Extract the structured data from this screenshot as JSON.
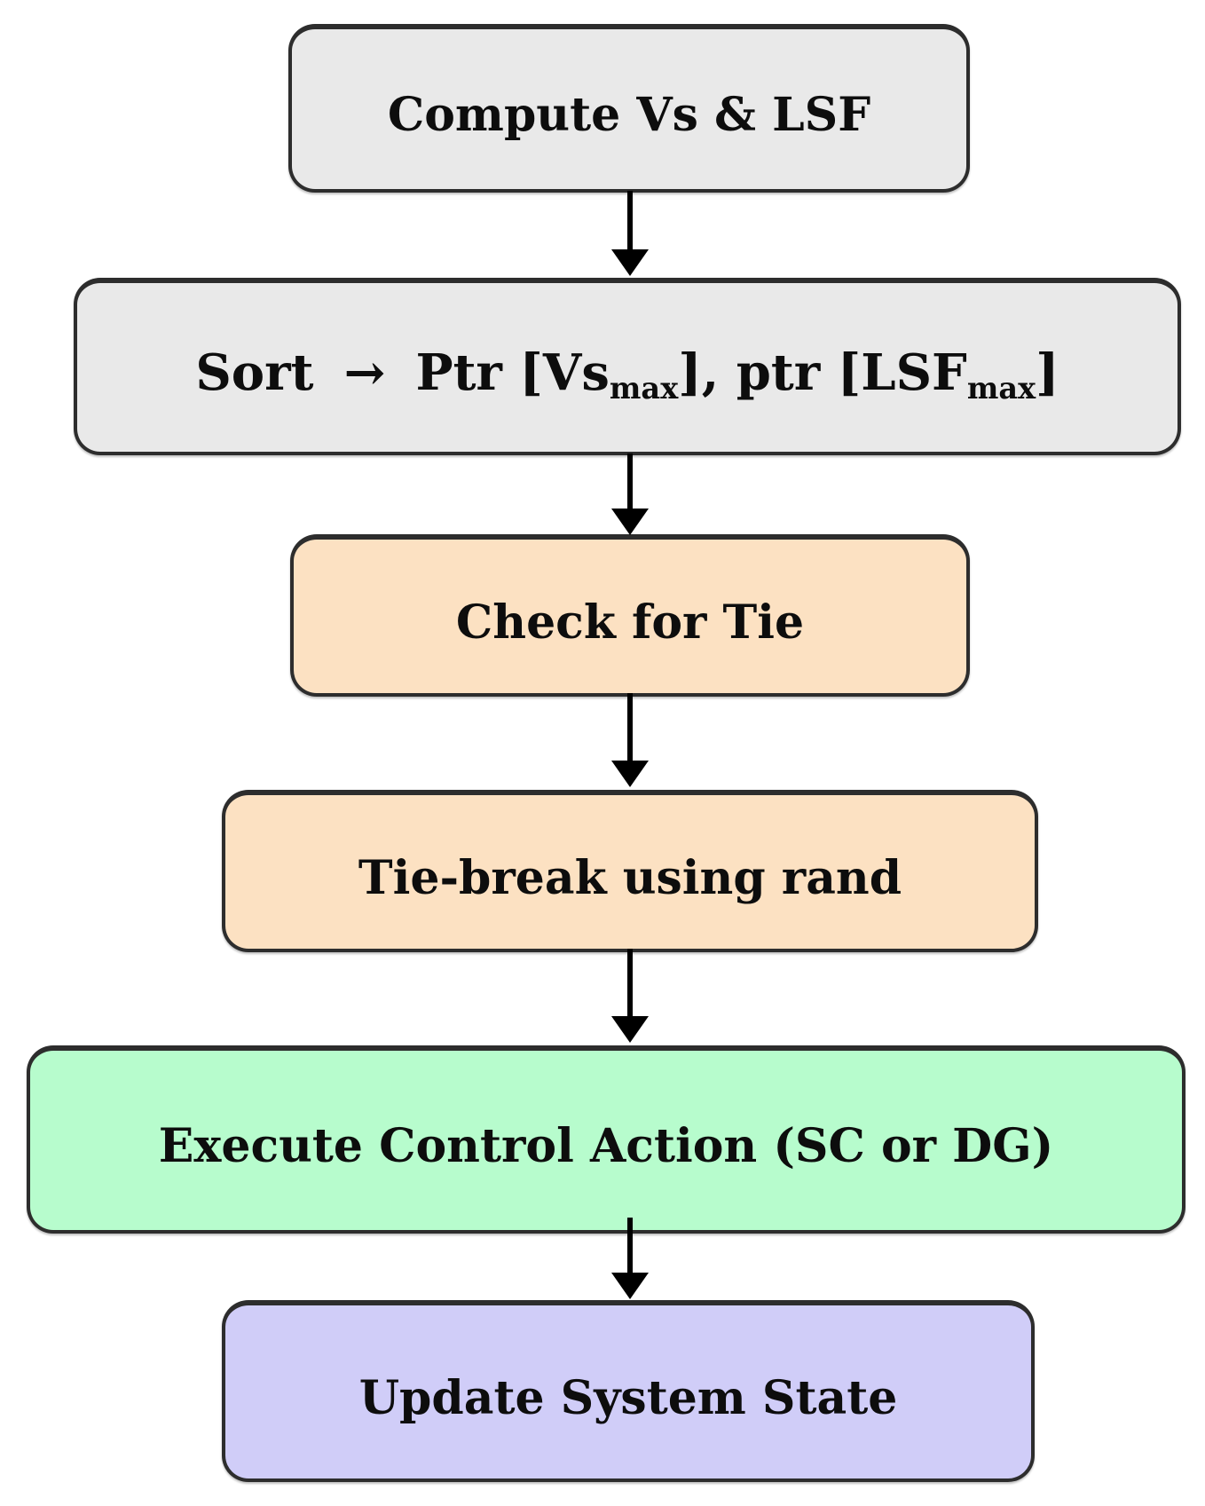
{
  "diagram": {
    "type": "flowchart",
    "background": "#ffffff",
    "border_color": "#2d2d2d",
    "arrow_color": "#000000",
    "nodes": {
      "compute": {
        "label": "Compute Vs & LSF",
        "fill": "#e9e9e9"
      },
      "sort": {
        "fill": "#e9e9e9",
        "parts": {
          "word": "Sort",
          "arrow": "→",
          "ptr_open": "Ptr [Vs",
          "sub1": "max",
          "between": "], ptr [LSF",
          "sub2": "max",
          "close": "]"
        }
      },
      "check_tie": {
        "label": "Check for Tie",
        "fill": "#fce1c2"
      },
      "tie_break": {
        "label": "Tie-break using rand",
        "fill": "#fce1c2"
      },
      "execute": {
        "label": "Execute Control Action (SC or DG)",
        "fill": "#b7fccd"
      },
      "update": {
        "label": "Update System State",
        "fill": "#d0cdf8"
      }
    },
    "edges": [
      {
        "from": "compute",
        "to": "sort"
      },
      {
        "from": "sort",
        "to": "check_tie"
      },
      {
        "from": "check_tie",
        "to": "tie_break"
      },
      {
        "from": "tie_break",
        "to": "execute"
      },
      {
        "from": "execute",
        "to": "update"
      }
    ]
  }
}
